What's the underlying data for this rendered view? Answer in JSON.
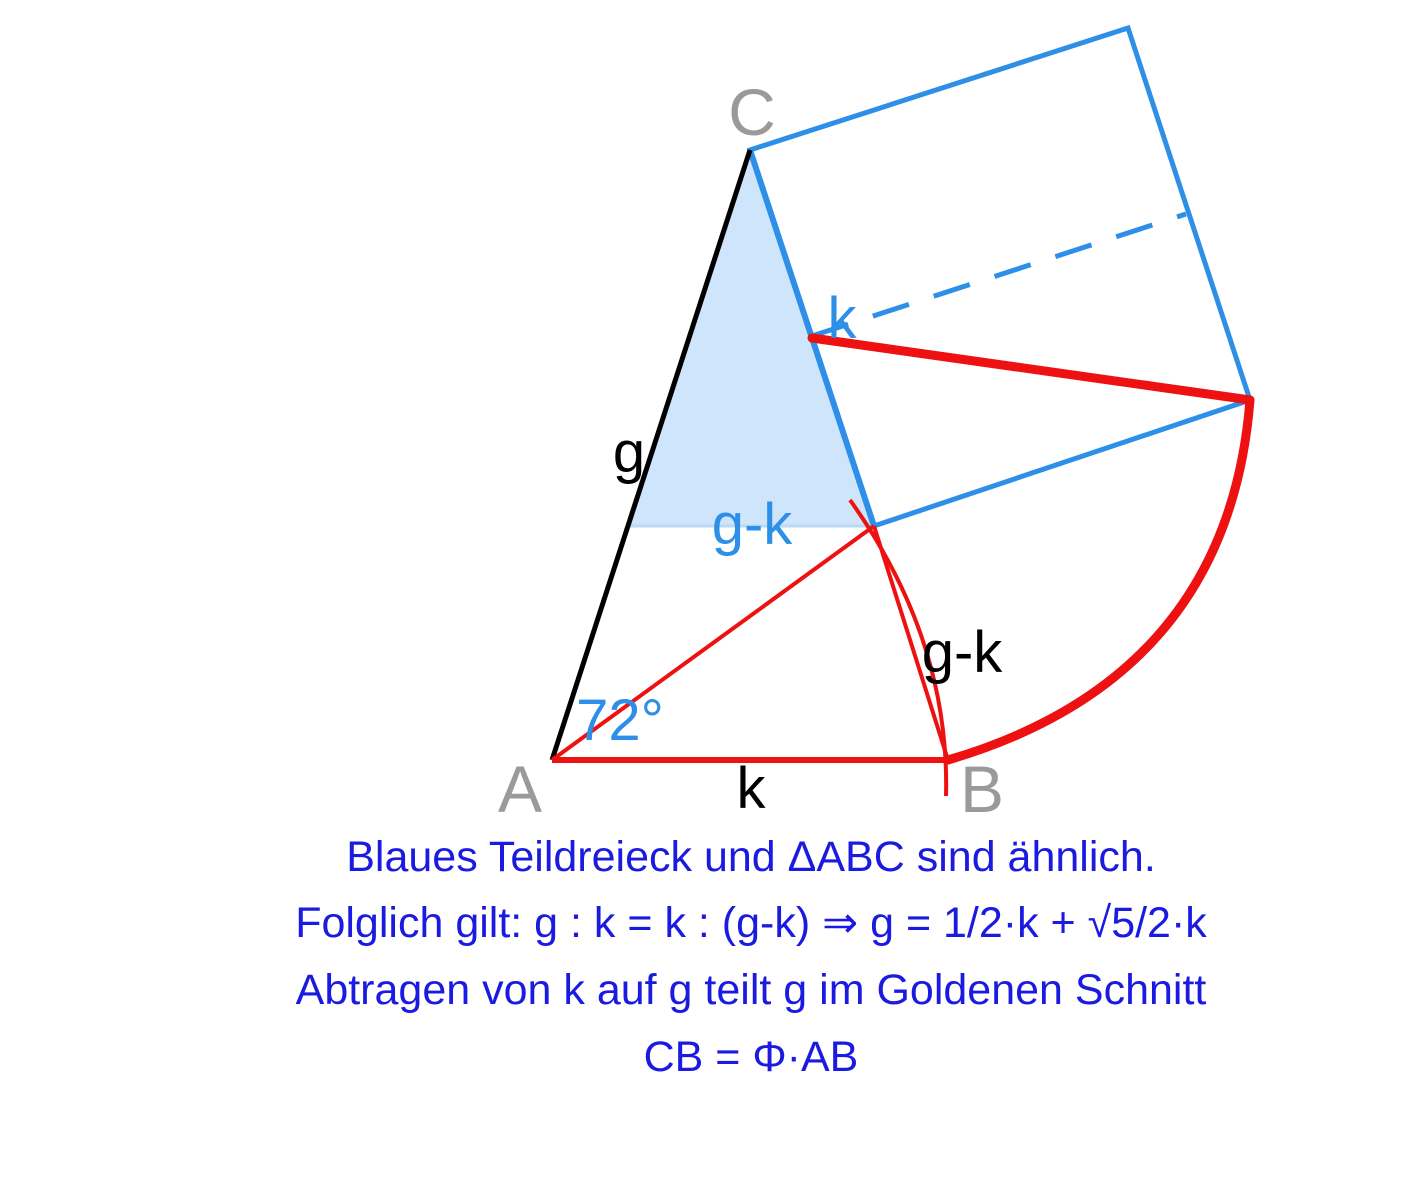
{
  "colors": {
    "blue": "#2e8fe8",
    "blue_fill": "#cfe5fb",
    "red": "#ee1111",
    "black": "#000000",
    "gray": "#9a9a9a",
    "caption_blue": "#1a1ae0"
  },
  "points": {
    "A": "A",
    "B": "B",
    "C": "C"
  },
  "segment_labels": {
    "g": "g",
    "k_top": "k",
    "g_minus_k_blue": "g-k",
    "g_minus_k_black": "g-k",
    "k_base": "k"
  },
  "angle_label": "72°",
  "caption": {
    "line1": "Blaues Teildreieck und ΔABC sind ähnlich.",
    "line2": "Folglich gilt: g : k = k : (g-k) ⇒ g = 1/2·k + √5/2·k",
    "line3": "Abtragen von k auf g teilt g im Goldenen Schnitt",
    "line4": "CB = Φ·AB"
  }
}
